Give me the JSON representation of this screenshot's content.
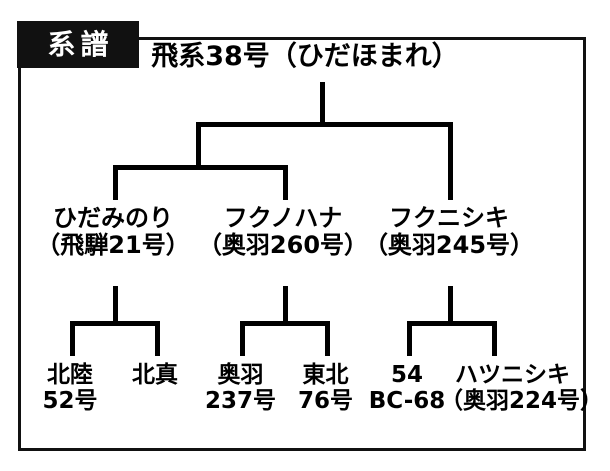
{
  "badge": {
    "label": "系譜"
  },
  "generation1": {
    "root": {
      "line1": "飛系38号（ひだほまれ）"
    }
  },
  "generation2": [
    {
      "line1": "ひだみのり",
      "line2": "（飛騨21号）"
    },
    {
      "line1": "フクノハナ",
      "line2": "（奥羽260号）"
    },
    {
      "line1": "フクニシキ",
      "line2": "（奥羽245号）"
    }
  ],
  "generation3": [
    {
      "line1": "北陸",
      "line2": "52号"
    },
    {
      "line1": "北真",
      "line2": ""
    },
    {
      "line1": "奥羽",
      "line2": "237号"
    },
    {
      "line1": "東北",
      "line2": "76号"
    },
    {
      "line1": "54",
      "line2": "BC-68"
    },
    {
      "line1": "ハツニシキ",
      "line2": "（奥羽224号）"
    }
  ],
  "colors": {
    "ink": "#111111",
    "line": "#000000",
    "background": "#ffffff",
    "badge_text": "#ffffff"
  }
}
